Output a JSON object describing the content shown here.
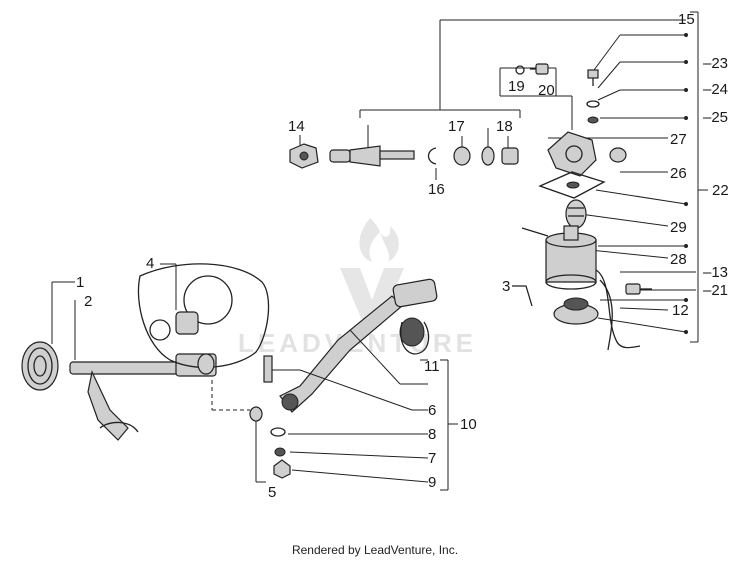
{
  "watermark": {
    "text": "LEADVENTURE"
  },
  "footer": {
    "text": "Rendered by LeadVenture, Inc."
  },
  "callouts": {
    "n1": "1",
    "n2": "2",
    "n3": "3",
    "n4": "4",
    "n5": "5",
    "n6": "6",
    "n7": "7",
    "n8": "8",
    "n9": "9",
    "n10": "10",
    "n11": "11",
    "n12": "12",
    "n13": "13",
    "n14": "14",
    "n15": "15",
    "n16": "16",
    "n17": "17",
    "n18": "18",
    "n19": "19",
    "n20": "20",
    "n21": "21",
    "n22": "22",
    "n23": "23",
    "n24": "24",
    "n25": "25",
    "n26": "26",
    "n27": "27",
    "n28": "28",
    "n29": "29"
  },
  "prefixes": {
    "p13": "–",
    "p21": "–",
    "p23": "–",
    "p24": "–",
    "p25": "–"
  }
}
